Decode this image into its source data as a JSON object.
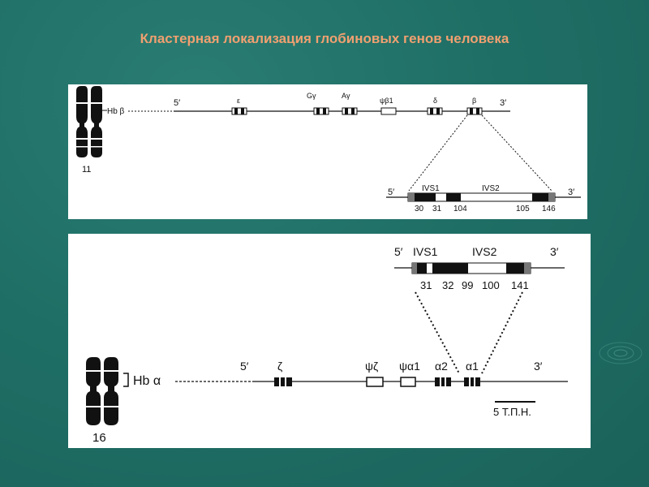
{
  "title": "Кластерная локализация глобиновых генов  человека",
  "top_panel": {
    "chromosome_number": "11",
    "hb_label": "Hb β",
    "five_prime": "5′",
    "three_prime": "3′",
    "genes": [
      "ε",
      "Gγ",
      "Aγ",
      "ψβ1",
      "δ",
      "β"
    ],
    "detail": {
      "five_prime": "5′",
      "three_prime": "3′",
      "ivs1": "IVS1",
      "ivs2": "IVS2",
      "positions": [
        "30",
        "31",
        "104",
        "105",
        "146"
      ]
    }
  },
  "bottom_panel": {
    "chromosome_number": "16",
    "hb_label": "Hb α",
    "five_prime": "5′",
    "three_prime": "3′",
    "genes": [
      "ζ",
      "ψζ",
      "ψα1",
      "α2",
      "α1"
    ],
    "scale_label": "5 Т.П.Н.",
    "detail": {
      "five_prime": "5′",
      "three_prime": "3′",
      "ivs1": "IVS1",
      "ivs2": "IVS2",
      "positions": [
        "31",
        "32",
        "99",
        "100",
        "141"
      ]
    }
  }
}
